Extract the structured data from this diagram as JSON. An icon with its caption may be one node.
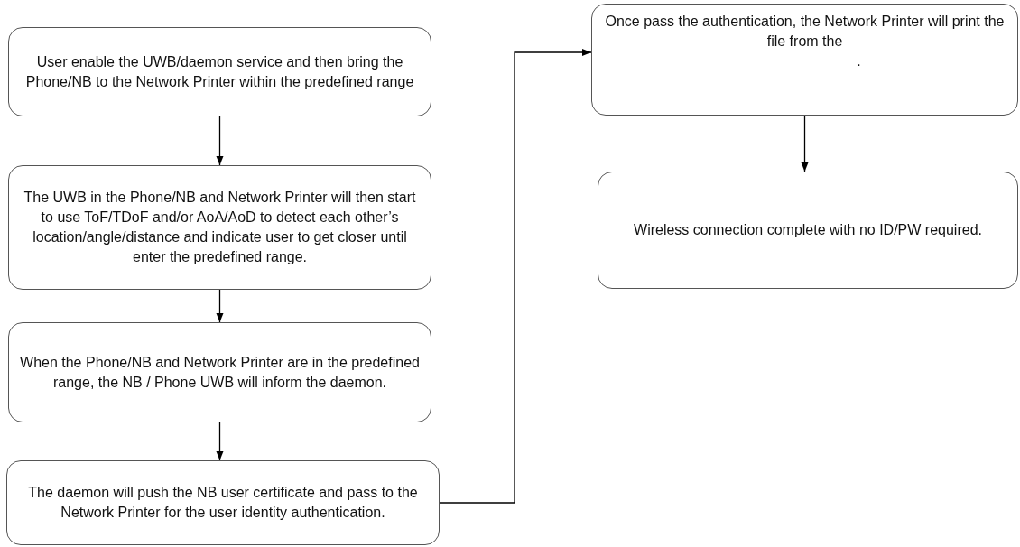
{
  "diagram": {
    "nodes": [
      {
        "text": [
          "User enable the UWB/daemon service and then bring the Phone/NB to the Network Printer within the predefined range"
        ]
      },
      {
        "text": [
          "The UWB in the Phone/NB and Network Printer will then start to use ToF/TDoF and/or AoA/AoD to detect each other’s location/angle/distance and indicate user to get closer until enter the predefined range."
        ]
      },
      {
        "text": [
          "When the Phone/NB and Network Printer are in the predefined range, the NB / Phone UWB will inform the daemon."
        ]
      },
      {
        "text": [
          "The daemon will push the NB user certificate and pass to the Network Printer for the user identity authentication."
        ]
      },
      {
        "text": [
          "Once pass the authentication, the Network Printer will print the file from the",
          "."
        ]
      },
      {
        "text": [
          "Wireless connection complete with no ID/PW required."
        ]
      }
    ],
    "edges": [
      {
        "from": 0,
        "to": 1,
        "arrow": "to"
      },
      {
        "from": 1,
        "to": 2,
        "arrow": "to"
      },
      {
        "from": 2,
        "to": 3,
        "arrow": "to"
      },
      {
        "from": 3,
        "to": 4,
        "arrow": "to"
      },
      {
        "from": 4,
        "to": 5,
        "arrow": "to"
      }
    ]
  }
}
